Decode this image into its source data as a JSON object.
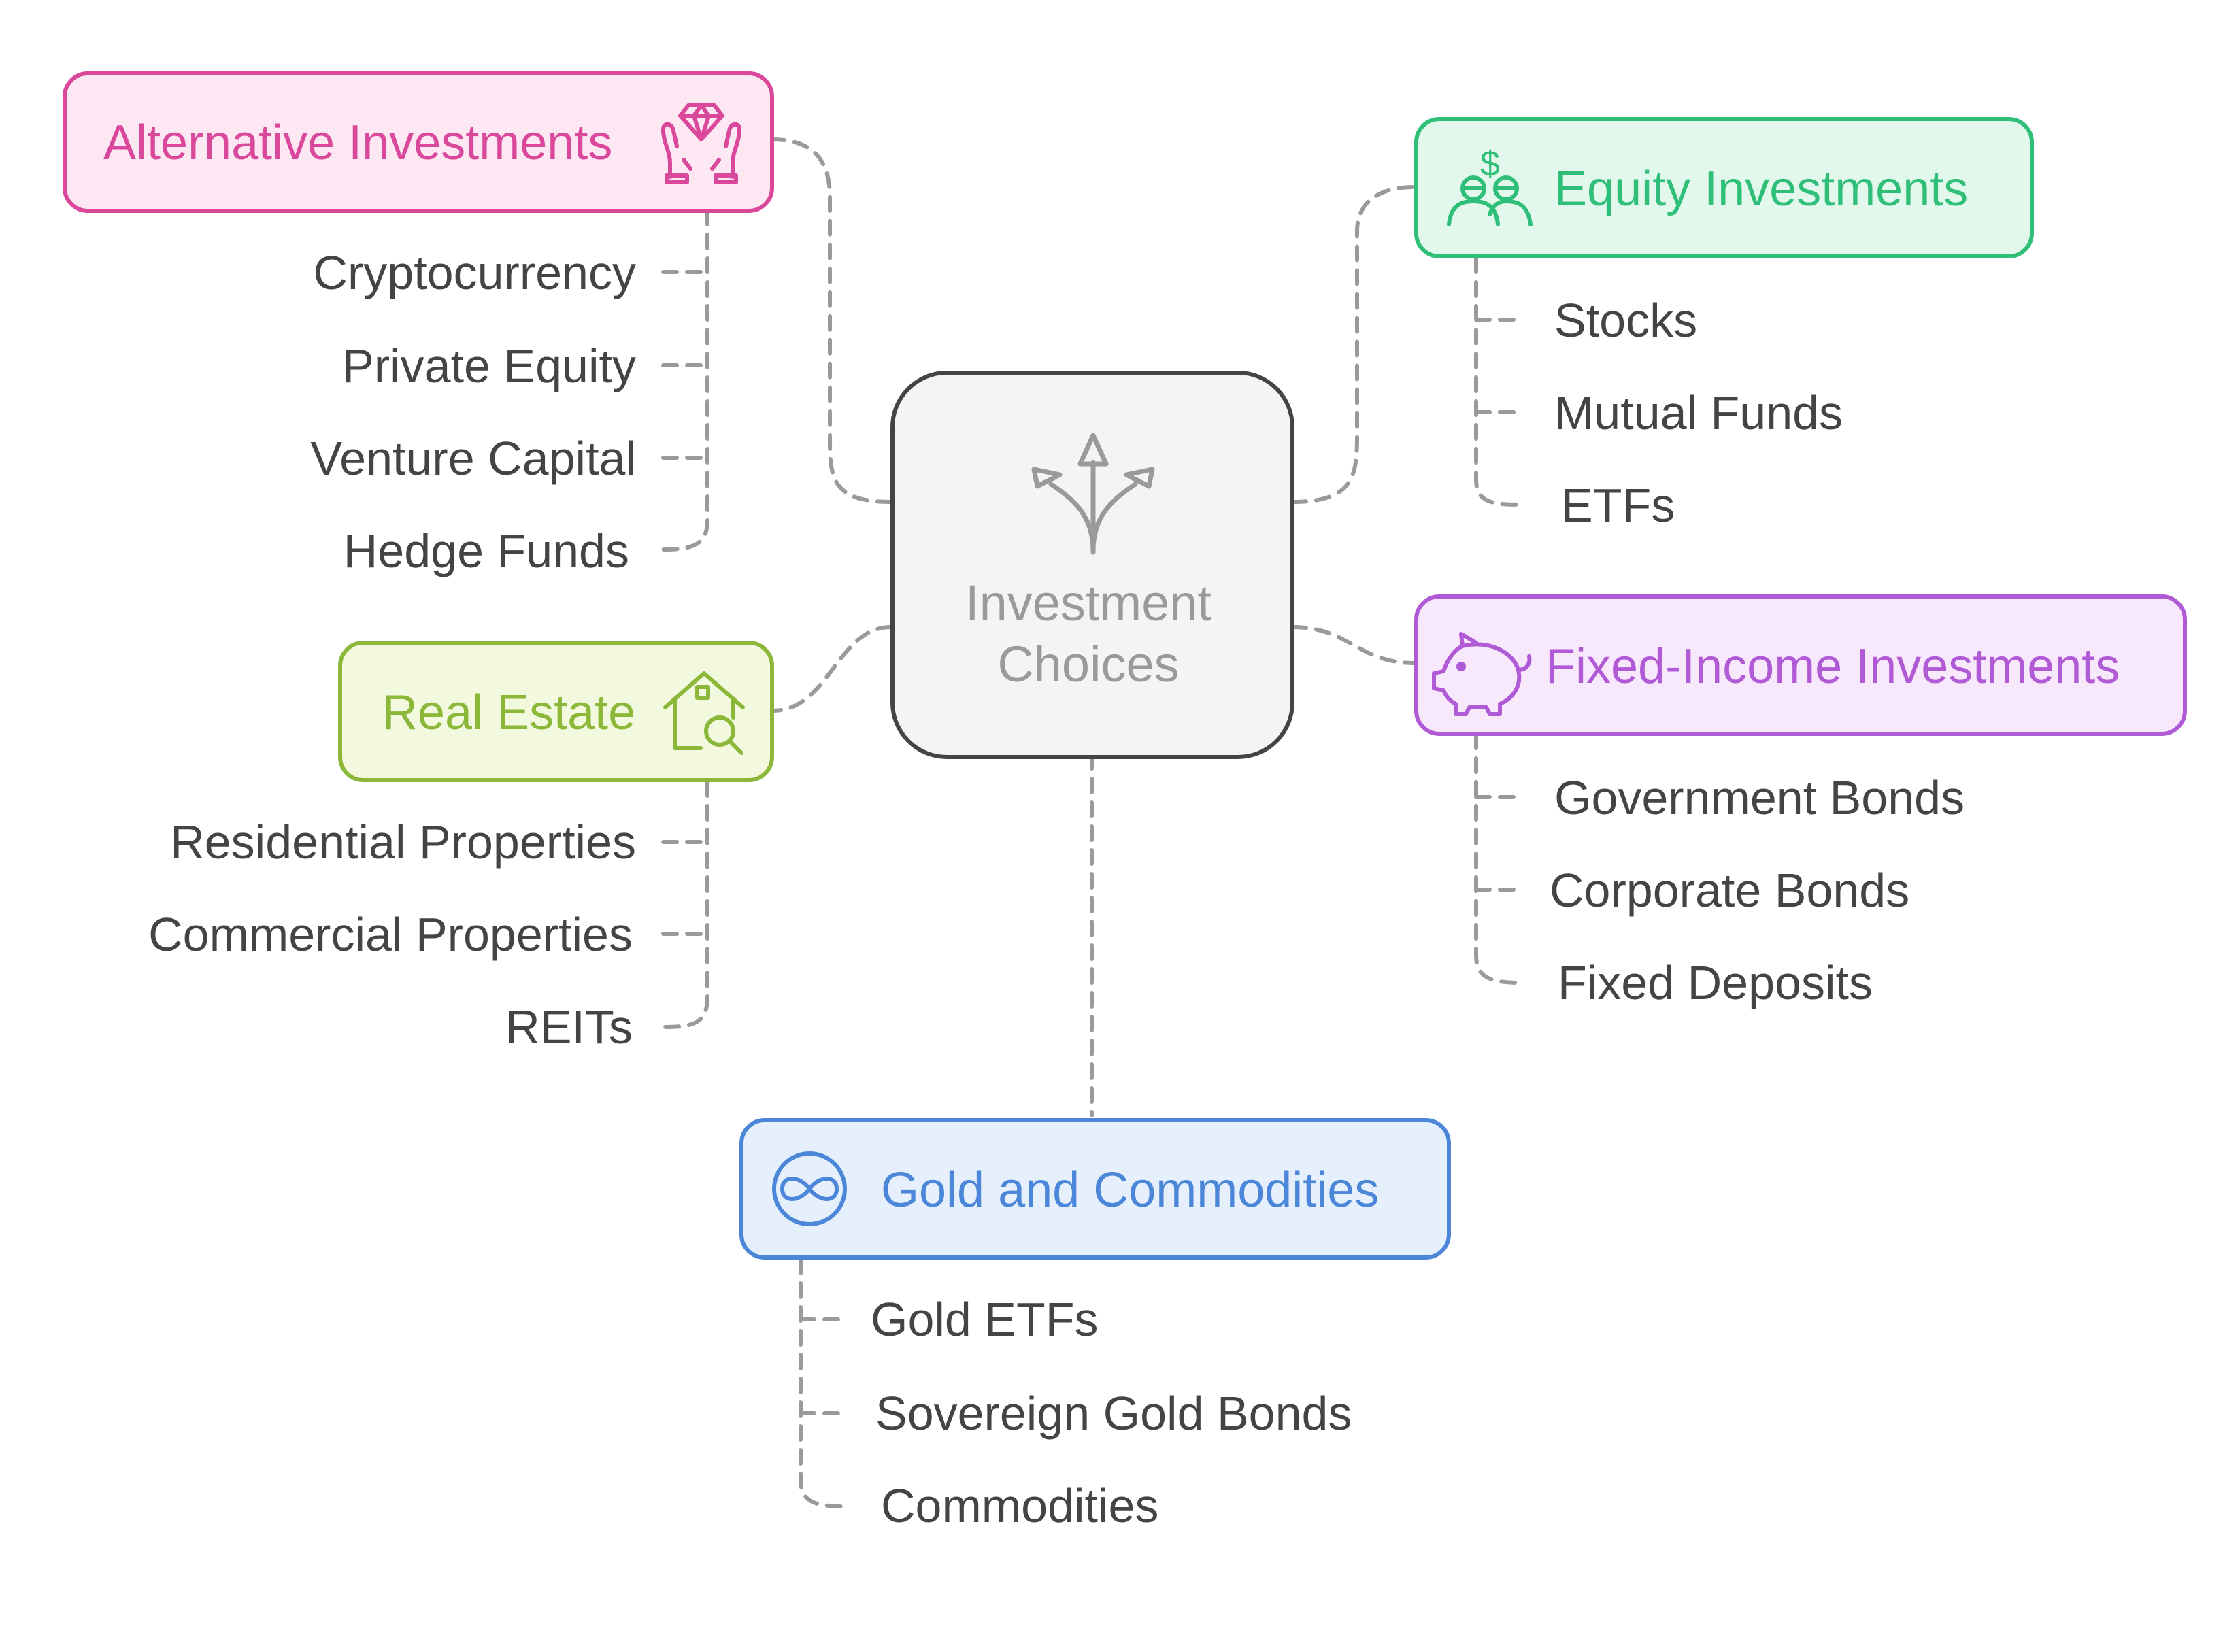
{
  "center": {
    "title_line1": "Investment",
    "title_line2": "Choices",
    "icon": "diverging-arrows-icon"
  },
  "categories": {
    "alternative": {
      "label": "Alternative Investments",
      "icon": "gem-in-hands-icon",
      "color": "#d9489a",
      "fill": "#fde7f3",
      "items": [
        "Cryptocurrency",
        "Private Equity",
        "Venture Capital",
        "Hedge Funds"
      ]
    },
    "equity": {
      "label": "Equity Investments",
      "icon": "investors-dollar-icon",
      "color": "#2fbf78",
      "fill": "#e3f8ec",
      "items": [
        "Stocks",
        "Mutual Funds",
        "ETFs"
      ]
    },
    "real_estate": {
      "label": "Real Estate",
      "icon": "house-search-icon",
      "color": "#8cb83a",
      "fill": "#f2f9df",
      "items": [
        "Residential Properties",
        "Commercial Properties",
        "REITs"
      ]
    },
    "fixed_income": {
      "label": "Fixed-Income Investments",
      "icon": "piggy-bank-icon",
      "color": "#b05ad6",
      "fill": "#f8e8fb",
      "items": [
        "Government Bonds",
        "Corporate Bonds",
        "Fixed Deposits"
      ]
    },
    "gold": {
      "label": "Gold and Commodities",
      "icon": "infinity-circle-icon",
      "color": "#4b86d8",
      "fill": "#e6effc",
      "items": [
        "Gold ETFs",
        "Sovereign Gold Bonds",
        "Commodities"
      ]
    }
  }
}
